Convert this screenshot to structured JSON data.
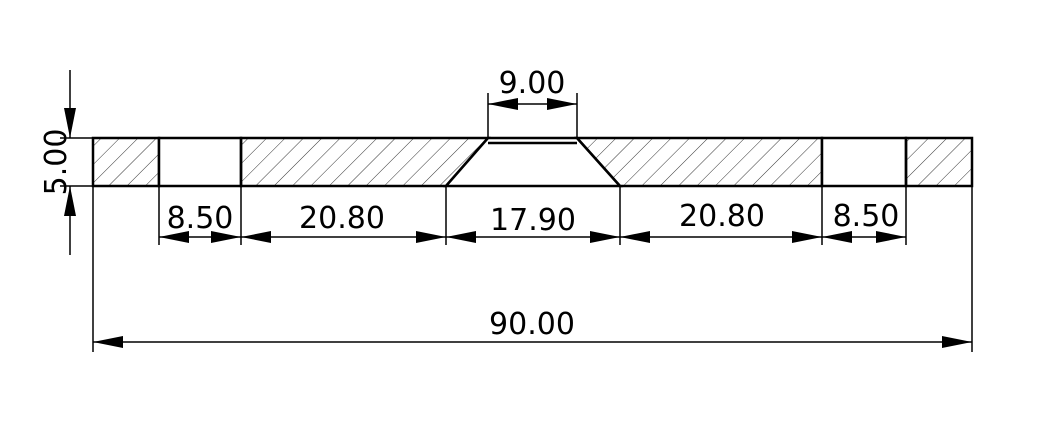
{
  "title": "Plate cross-section drawing",
  "colors": {
    "line": "#000000",
    "background": "#ffffff"
  },
  "dimensions": {
    "thickness": "5.00",
    "countersink_top": "9.00",
    "hole_left": "8.50",
    "web_left": "20.80",
    "countersink_bottom": "17.90",
    "web_right": "20.80",
    "hole_right": "8.50",
    "overall_length": "90.00"
  }
}
